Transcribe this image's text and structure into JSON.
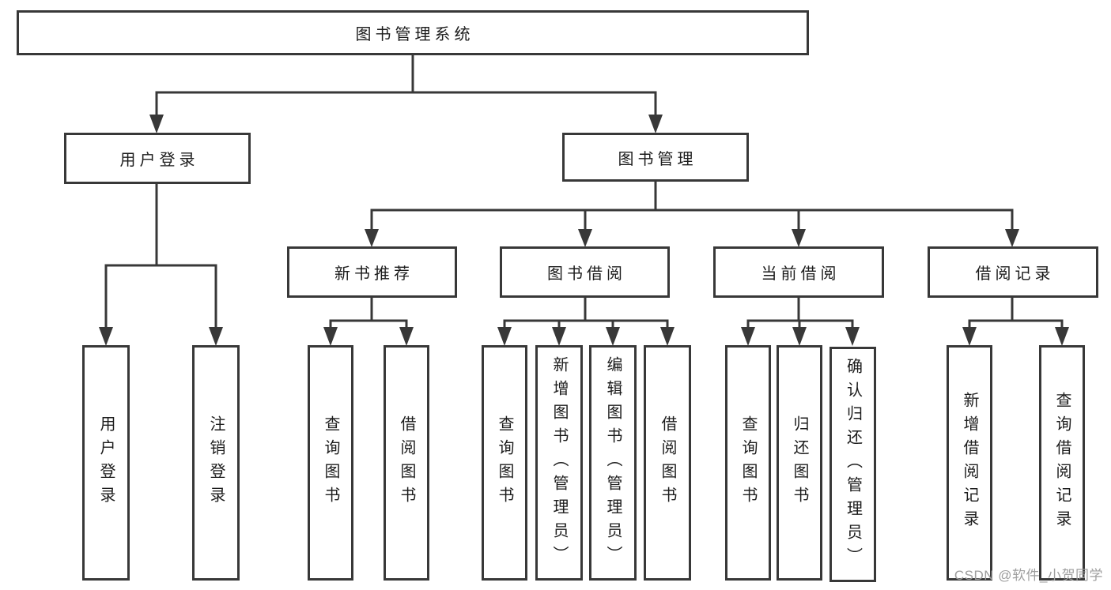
{
  "diagram": {
    "type": "hierarchy-tree",
    "root": {
      "label": "图书管理系统"
    },
    "level2": [
      {
        "label": "用户登录"
      },
      {
        "label": "图书管理"
      }
    ],
    "level3": [
      {
        "label": "新书推荐",
        "parent": "图书管理"
      },
      {
        "label": "图书借阅",
        "parent": "图书管理"
      },
      {
        "label": "当前借阅",
        "parent": "图书管理"
      },
      {
        "label": "借阅记录",
        "parent": "图书管理"
      }
    ],
    "level4": [
      {
        "label": "用户登录",
        "parent": "用户登录"
      },
      {
        "label": "注销登录",
        "parent": "用户登录"
      },
      {
        "label": "查询图书",
        "parent": "新书推荐"
      },
      {
        "label": "借阅图书",
        "parent": "新书推荐"
      },
      {
        "label": "查询图书",
        "parent": "图书借阅"
      },
      {
        "label": "新增图书（管理员）",
        "parent": "图书借阅"
      },
      {
        "label": "编辑图书（管理员）",
        "parent": "图书借阅"
      },
      {
        "label": "借阅图书",
        "parent": "图书借阅"
      },
      {
        "label": "查询图书",
        "parent": "当前借阅"
      },
      {
        "label": "归还图书",
        "parent": "当前借阅"
      },
      {
        "label": "确认归还（管理员）",
        "parent": "当前借阅"
      },
      {
        "label": "新增借阅记录",
        "parent": "借阅记录"
      },
      {
        "label": "查询借阅记录",
        "parent": "借阅记录"
      }
    ],
    "colors": {
      "line": "#383838",
      "text": "#1c1c1c",
      "background": "#ffffff",
      "watermark": "#9e9e9e"
    },
    "watermark": {
      "text": "CSDN @软件_小贺同学"
    }
  }
}
